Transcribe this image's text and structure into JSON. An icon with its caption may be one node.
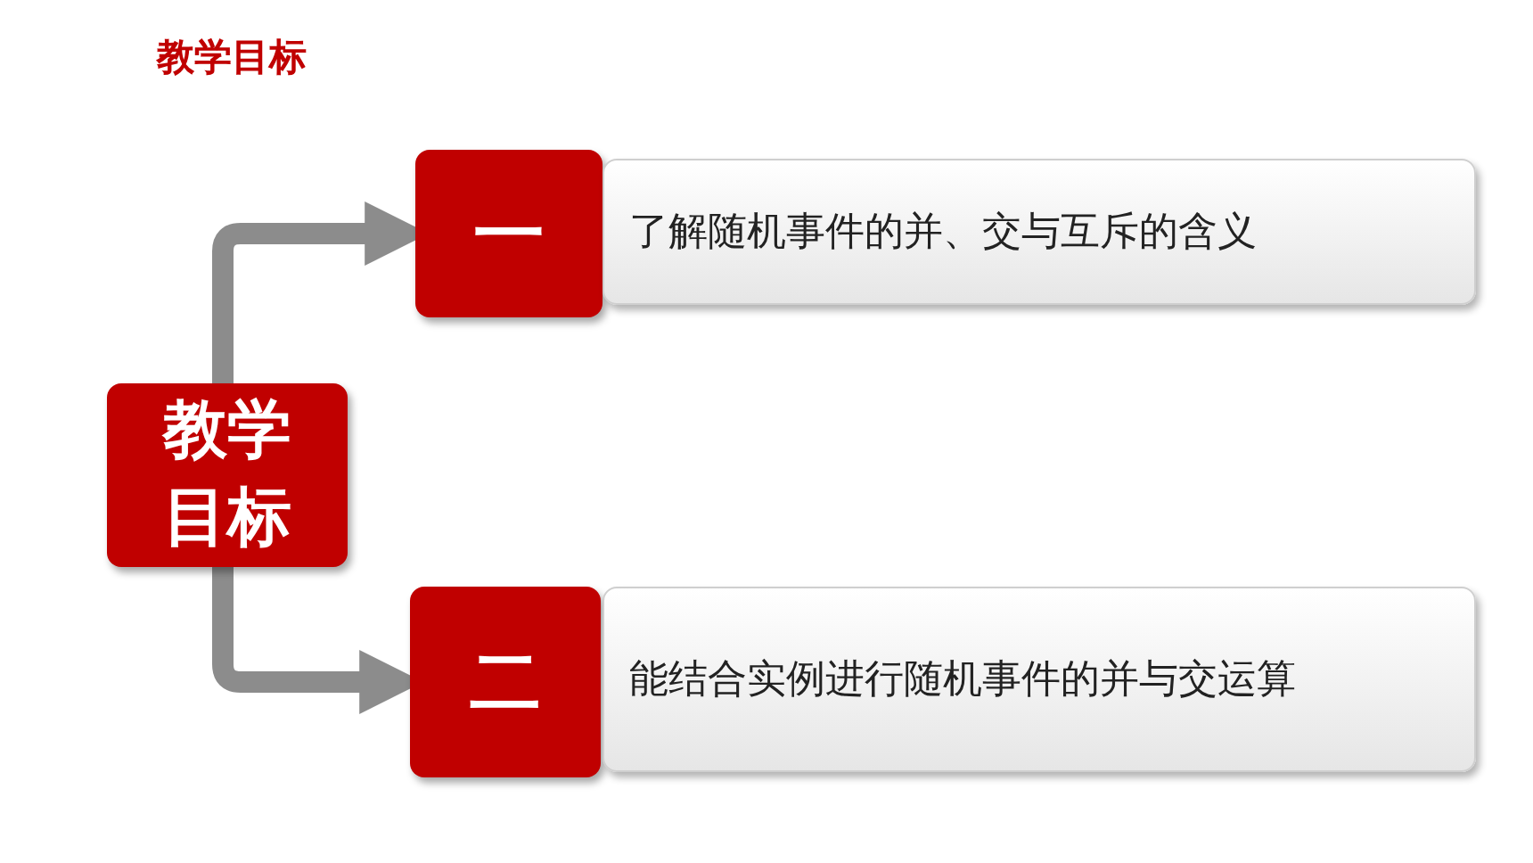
{
  "diagram": {
    "title": "教学目标",
    "nodes": [
      {
        "text": [
          "教学目标"
        ]
      },
      {
        "text": [
          "一"
        ]
      },
      {
        "text": [
          "了解随机事件的并、交与互斥的含义"
        ]
      },
      {
        "text": [
          "二"
        ]
      },
      {
        "text": [
          "能结合实例进行随机事件的并与交运算"
        ]
      }
    ],
    "edges": [
      {
        "from": 0,
        "to": 1,
        "arrow": "to"
      },
      {
        "from": 0,
        "to": 3,
        "arrow": "to"
      }
    ]
  }
}
